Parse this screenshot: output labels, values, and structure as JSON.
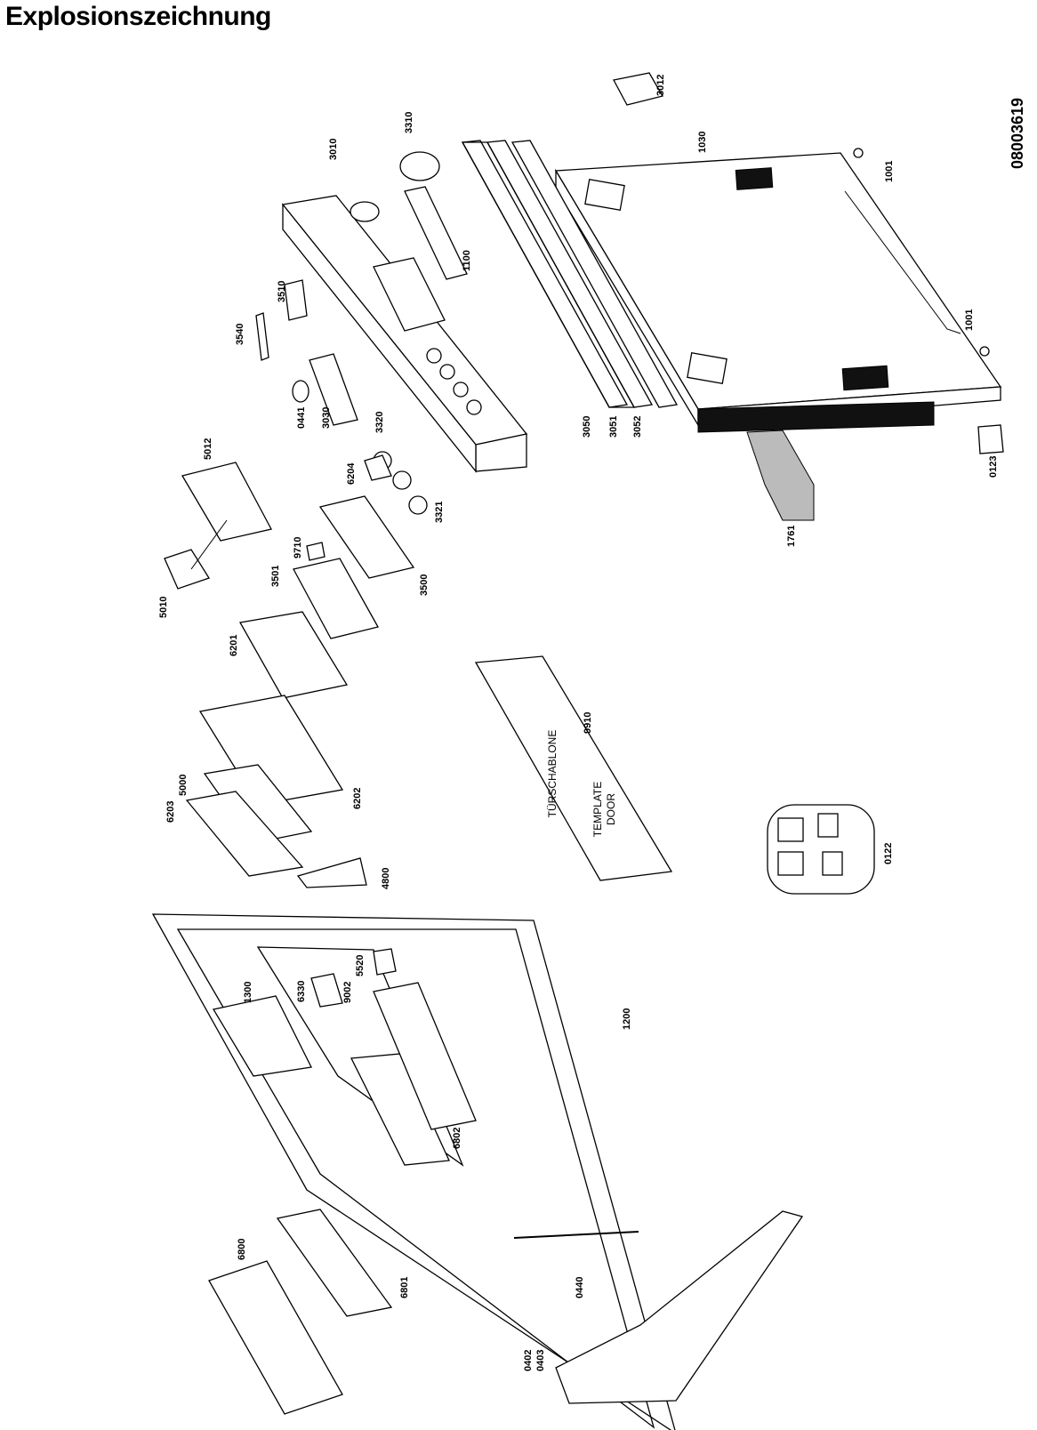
{
  "title": "Explosionszeichnung",
  "drawing_number": "08003619",
  "template_labels": {
    "line1": "TÜRSCHABLONE",
    "line2": "TEMPLATE",
    "line3": "DOOR"
  },
  "part_numbers": [
    "3012",
    "1030",
    "1001",
    "1001",
    "0123",
    "1761",
    "3050",
    "3051",
    "3052",
    "1100",
    "3310",
    "3010",
    "3510",
    "3540",
    "0441",
    "3030",
    "5012",
    "3320",
    "6204",
    "3321",
    "3500",
    "9710",
    "3501",
    "5010",
    "6201",
    "6202",
    "5000",
    "6203",
    "4800",
    "9910",
    "0122",
    "1300",
    "6330",
    "9002",
    "5520",
    "1200",
    "6802",
    "6800",
    "6801",
    "0440",
    "0402",
    "0403"
  ]
}
